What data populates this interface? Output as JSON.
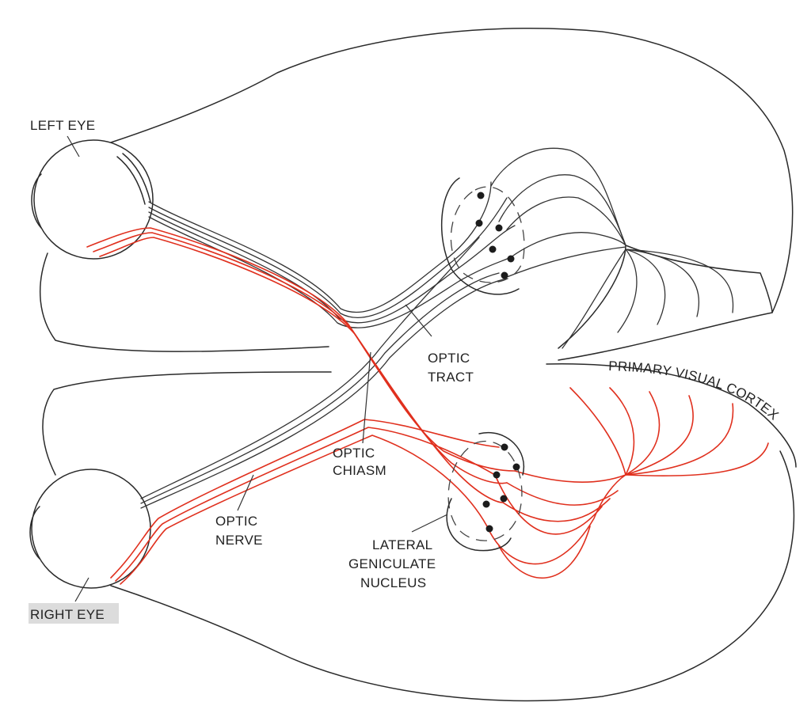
{
  "labels": {
    "left_eye": "LEFT EYE",
    "right_eye": "RIGHT EYE",
    "optic_tract_1": "OPTIC",
    "optic_tract_2": "TRACT",
    "optic_chiasm_1": "OPTIC",
    "optic_chiasm_2": "CHIASM",
    "optic_nerve_1": "OPTIC",
    "optic_nerve_2": "NERVE",
    "lgn_1": "LATERAL",
    "lgn_2": "GENICULATE",
    "lgn_3": "NUCLEUS",
    "primary_visual_cortex": "PRIMARY VISUAL CORTEX"
  },
  "colors": {
    "left_pathway": "#333333",
    "right_pathway": "#e0301e",
    "outline": "#2a2a2a",
    "label_highlight": "#dcdcdc"
  }
}
